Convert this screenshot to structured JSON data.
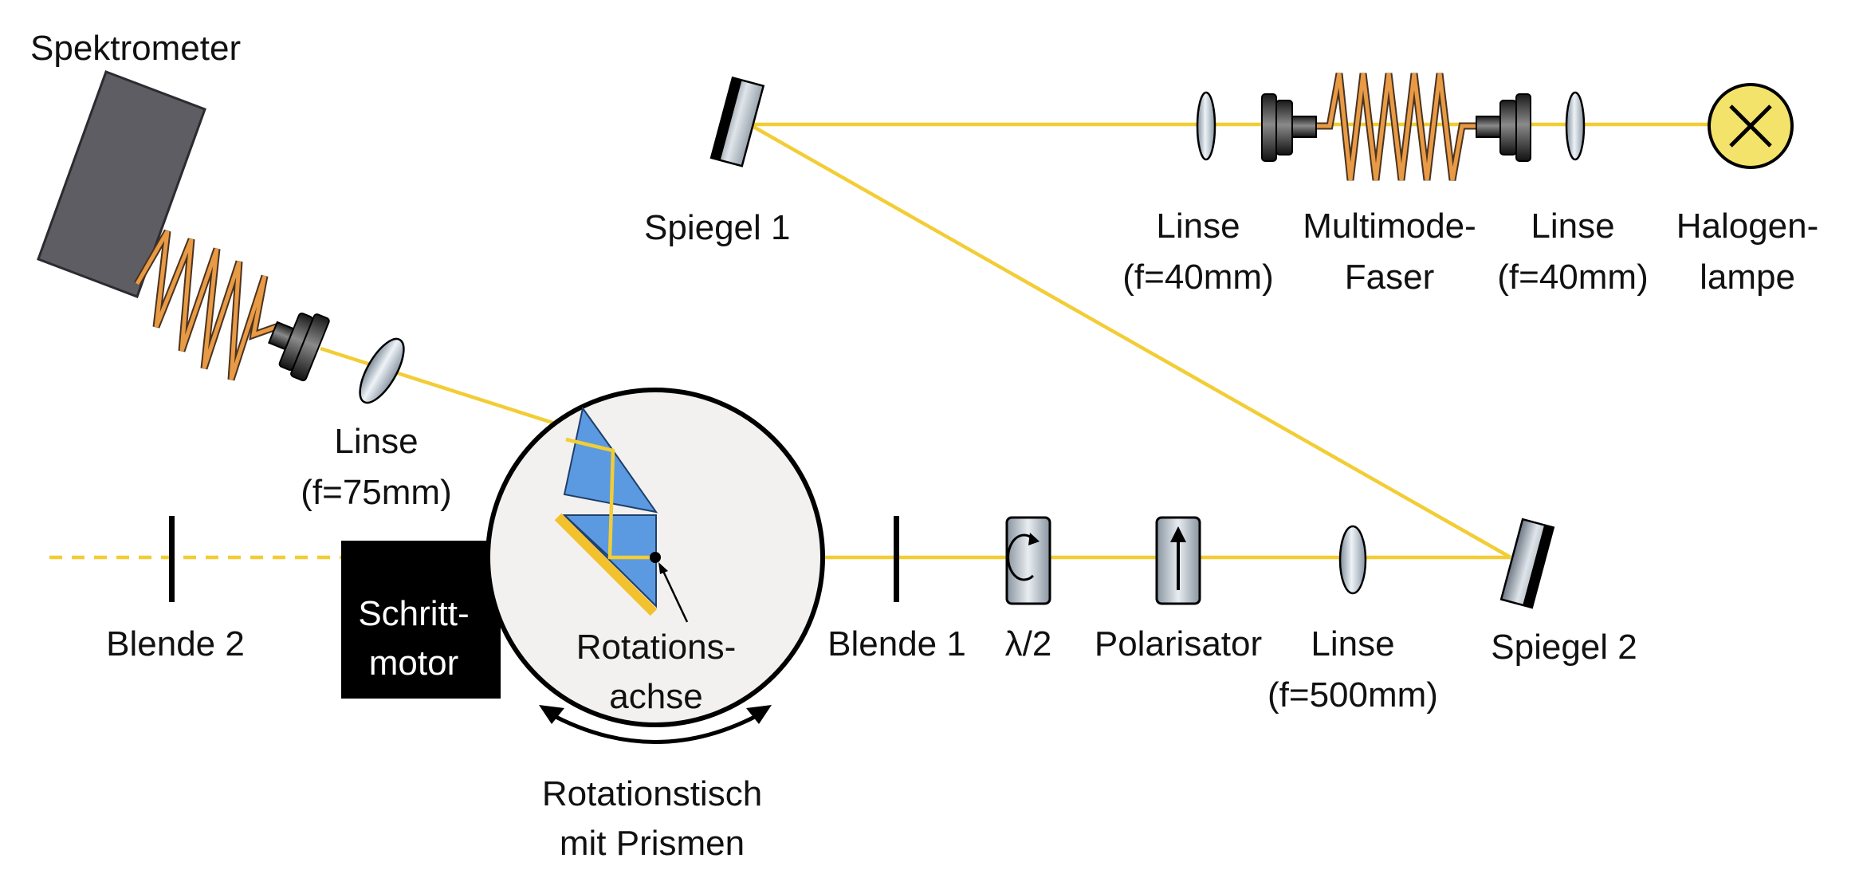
{
  "labels": {
    "spektrometer": "Spektrometer",
    "spiegel1": "Spiegel 1",
    "spiegel2": "Spiegel 2",
    "linse_fiber_in": [
      "Linse",
      "(f=40mm)"
    ],
    "multimode_faser": [
      "Multimode-",
      "Faser"
    ],
    "linse_lamp": [
      "Linse",
      "(f=40mm)"
    ],
    "halogenlampe": [
      "Halogen-",
      "lampe"
    ],
    "linse_spektro": [
      "Linse",
      "(f=75mm)"
    ],
    "blende2": "Blende 2",
    "schrittmotor": [
      "Schritt-",
      "motor"
    ],
    "rotationsachse": [
      "Rotations-",
      "achse"
    ],
    "blende1": "Blende 1",
    "halbwellen": "λ/2",
    "polarisator": "Polarisator",
    "linse_500": [
      "Linse",
      "(f=500mm)"
    ],
    "rotationstisch": [
      "Rotationstisch",
      "mit Prismen"
    ]
  },
  "colors": {
    "beam": "#f2cd35",
    "fiber": "#e89a45",
    "prism": "#5b9ae0",
    "lamp": "#f3e36b",
    "spectrometer": "#5e5d63",
    "table": "#f2f1ef"
  }
}
